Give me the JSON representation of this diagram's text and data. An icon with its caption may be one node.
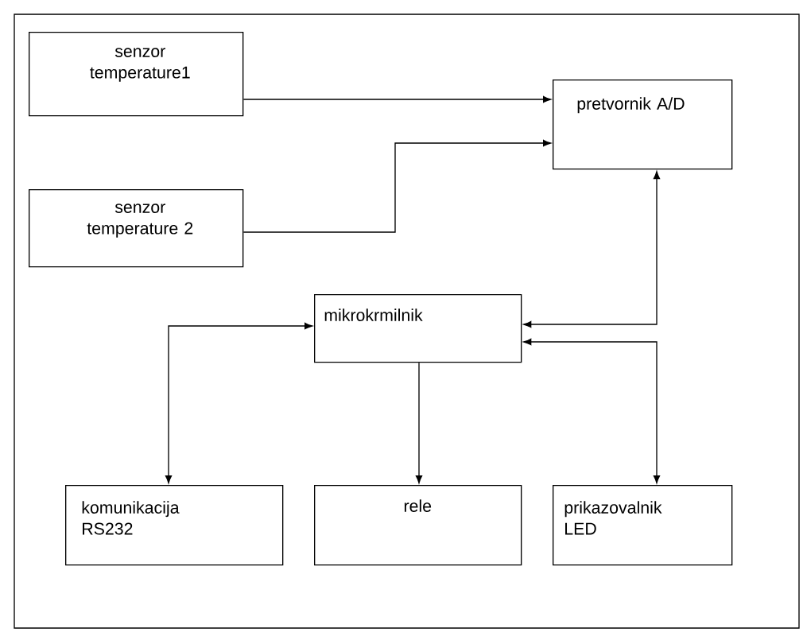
{
  "diagram": {
    "nodes": [
      {
        "text": [
          "senzor temperature1"
        ]
      },
      {
        "text": [
          "senzor temperature 2"
        ]
      },
      {
        "text": [
          "pretvornik A/D"
        ]
      },
      {
        "text": [
          "mikrokrmilnik"
        ]
      },
      {
        "text": [
          "komunikacija RS232"
        ]
      },
      {
        "text": [
          "rele"
        ]
      },
      {
        "text": [
          "prikazovalnik LED"
        ]
      }
    ],
    "edges": [
      {
        "from": 0,
        "to": 2,
        "arrow": "to"
      },
      {
        "from": 1,
        "to": 2,
        "arrow": "to"
      },
      {
        "from": 3,
        "to": 2,
        "arrow": "both"
      },
      {
        "from": 4,
        "to": 3,
        "arrow": "both"
      },
      {
        "from": 3,
        "to": 5,
        "arrow": "to"
      },
      {
        "from": 3,
        "to": 6,
        "arrow": "both"
      }
    ]
  }
}
